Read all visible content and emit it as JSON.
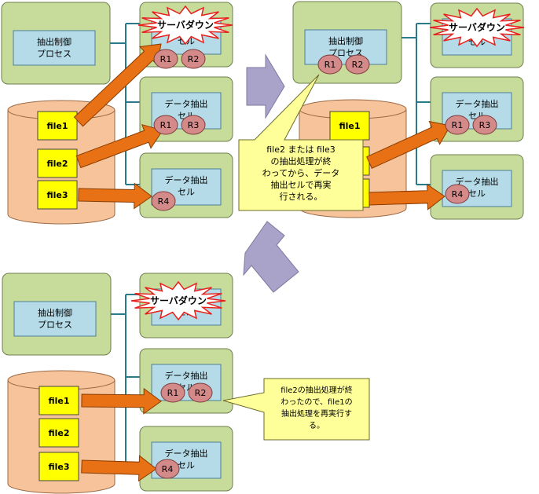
{
  "labels": {
    "control_process": "抽出制御\nプロセス",
    "data_cell": "データ抽出\nセル",
    "server_down": "サーバダウン",
    "file1": "file1",
    "file2": "file2",
    "file3": "file3",
    "r1": "R1",
    "r2": "R2",
    "r3": "R3",
    "r4": "R4"
  },
  "callouts": {
    "panel2": "file2 または file3\nの抽出処理が終\nわってから、データ\n抽出セルで再実\n行される。",
    "panel3": "file2の抽出処理が終\nわったので、file1の\n抽出処理を再実行す\nる。"
  },
  "colors": {
    "panel_green": "#c7dc9b",
    "blue_box": "#b5dbe8",
    "cylinder": "#f7c39a",
    "file_yellow": "#ffff00",
    "orange_arrow": "#e87115",
    "record_pink": "#d58a8a",
    "callout_yellow": "#ffff99",
    "purple_arrow": "#a9a3c9",
    "connector_teal": "#2a7a8a"
  }
}
